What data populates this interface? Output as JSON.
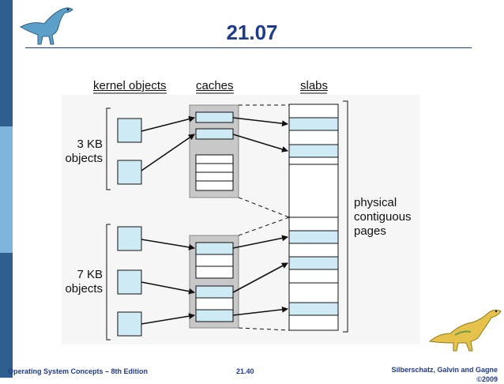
{
  "slide": {
    "title": "21.07",
    "footer_left": "Operating System Concepts – 8th Edition",
    "footer_center": "21.40",
    "footer_right": "Silberschatz, Galvin and Gagne ©2009"
  },
  "diagram": {
    "headers": {
      "kernel_objects": "kernel objects",
      "caches": "caches",
      "slabs": "slabs"
    },
    "group_labels": {
      "small": "3 KB\nobjects",
      "large": "7 KB\nobjects"
    },
    "side_label": "physical\ncontiguous\npages"
  },
  "colors": {
    "accent": "#1f3a93",
    "object_fill": "#cdeaf5",
    "cache_fill": "#c8c8c8",
    "sidebar_dark": "#2e5f8f",
    "sidebar_light": "#7fb5dd"
  },
  "icons": {
    "top_left": "dinosaur-icon",
    "bottom_right": "dinosaur-icon"
  }
}
